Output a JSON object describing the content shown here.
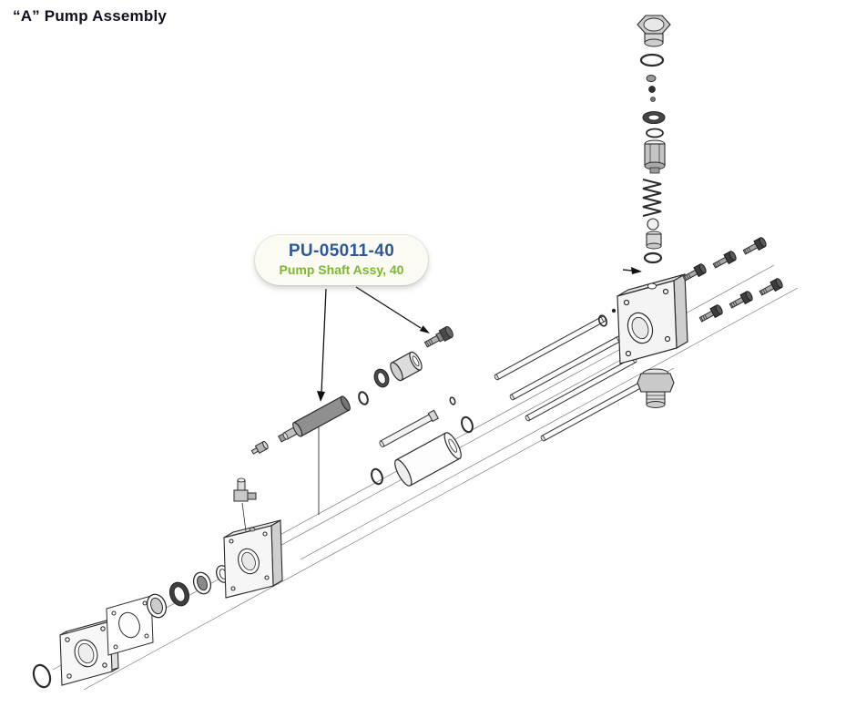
{
  "page": {
    "title": "“A” Pump Assembly"
  },
  "callout": {
    "part_number": "PU-05011-40",
    "part_name": "Pump Shaft Assy, 40",
    "colors": {
      "part_number": "#2d5a9e",
      "part_name": "#7cb82f",
      "bubble_bg": "#fbfbf3"
    }
  }
}
